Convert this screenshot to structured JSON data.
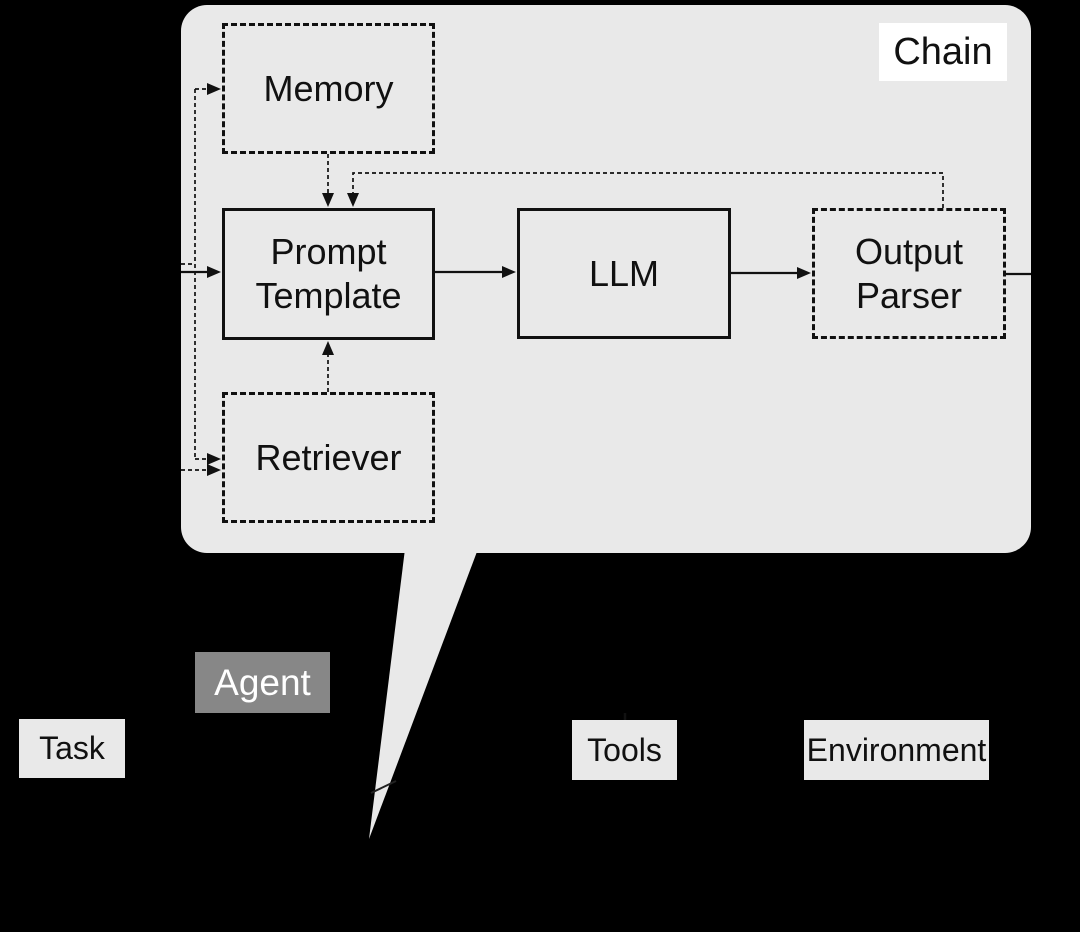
{
  "diagram": {
    "chain": {
      "label": "Chain",
      "nodes": {
        "memory": {
          "label": "Memory",
          "border": "dashed"
        },
        "prompt_template": {
          "label": "Prompt\nTemplate",
          "border": "solid"
        },
        "llm": {
          "label": "LLM",
          "border": "solid"
        },
        "output_parser": {
          "label": "Output\nParser",
          "border": "dashed"
        },
        "retriever": {
          "label": "Retriever",
          "border": "dashed"
        }
      },
      "edges": [
        {
          "from": "input",
          "to": "memory",
          "style": "dashed",
          "arrow": true
        },
        {
          "from": "input",
          "to": "prompt_template",
          "style": "solid",
          "arrow": true
        },
        {
          "from": "input",
          "to": "retriever",
          "style": "dashed",
          "arrow": true
        },
        {
          "from": "memory",
          "to": "prompt_template",
          "style": "dashed",
          "arrow": true
        },
        {
          "from": "retriever",
          "to": "prompt_template",
          "style": "dashed",
          "arrow": true
        },
        {
          "from": "prompt_template",
          "to": "llm",
          "style": "solid",
          "arrow": true
        },
        {
          "from": "llm",
          "to": "output_parser",
          "style": "solid",
          "arrow": true
        },
        {
          "from": "output_parser",
          "to": "prompt_template",
          "style": "dashed",
          "arrow": true
        },
        {
          "from": "output_parser",
          "to": "output",
          "style": "solid",
          "arrow": false
        }
      ]
    },
    "agent": {
      "label": "Agent"
    },
    "bottom": {
      "task": {
        "label": "Task"
      },
      "tools": {
        "label": "Tools"
      },
      "environment": {
        "label": "Environment"
      }
    },
    "colors": {
      "background": "#000000",
      "chain_fill": "#e9e9e9",
      "node_fill": "#e9e9e9",
      "node_stroke": "#111111",
      "chain_label_bg": "#ffffff",
      "agent_fill": "#878787",
      "agent_text": "#ffffff",
      "label_text": "#111111"
    }
  }
}
